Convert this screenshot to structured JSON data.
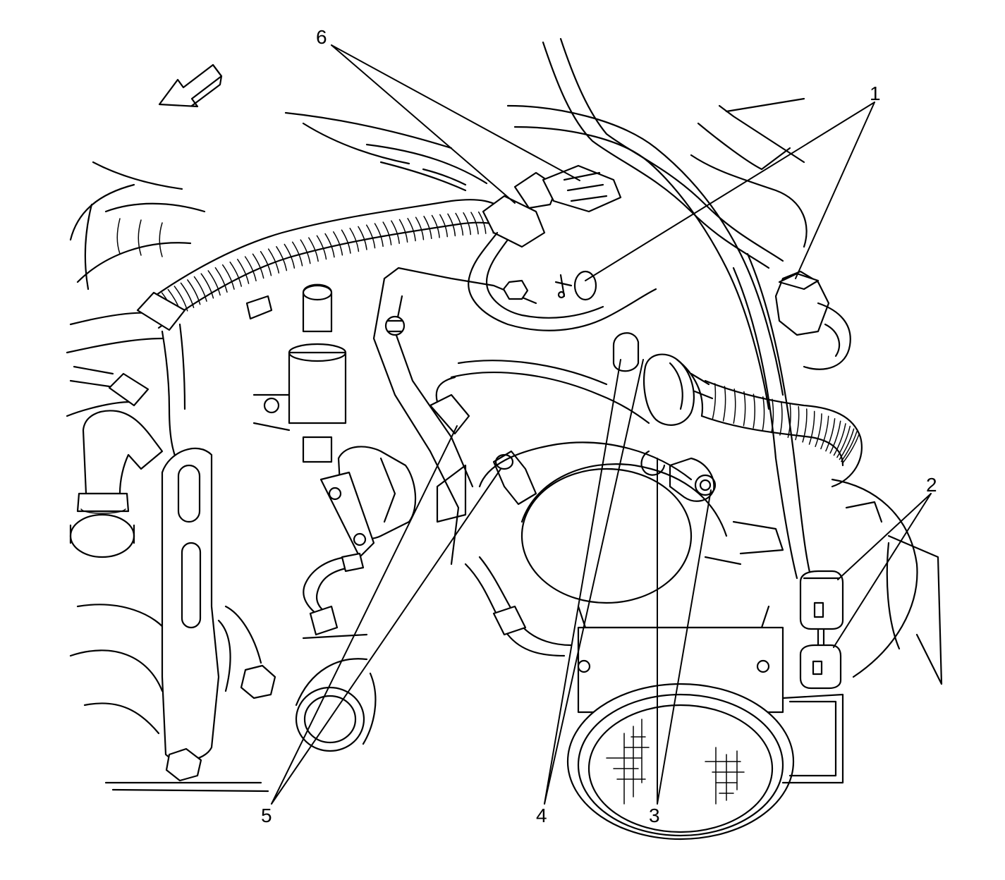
{
  "callouts": {
    "c1": {
      "label": "1"
    },
    "c2": {
      "label": "2"
    },
    "c3": {
      "label": "3"
    },
    "c4": {
      "label": "4"
    },
    "c5": {
      "label": "5"
    },
    "c6": {
      "label": "6"
    }
  },
  "icons": {
    "direction_arrow": "front-direction-arrow-icon"
  }
}
